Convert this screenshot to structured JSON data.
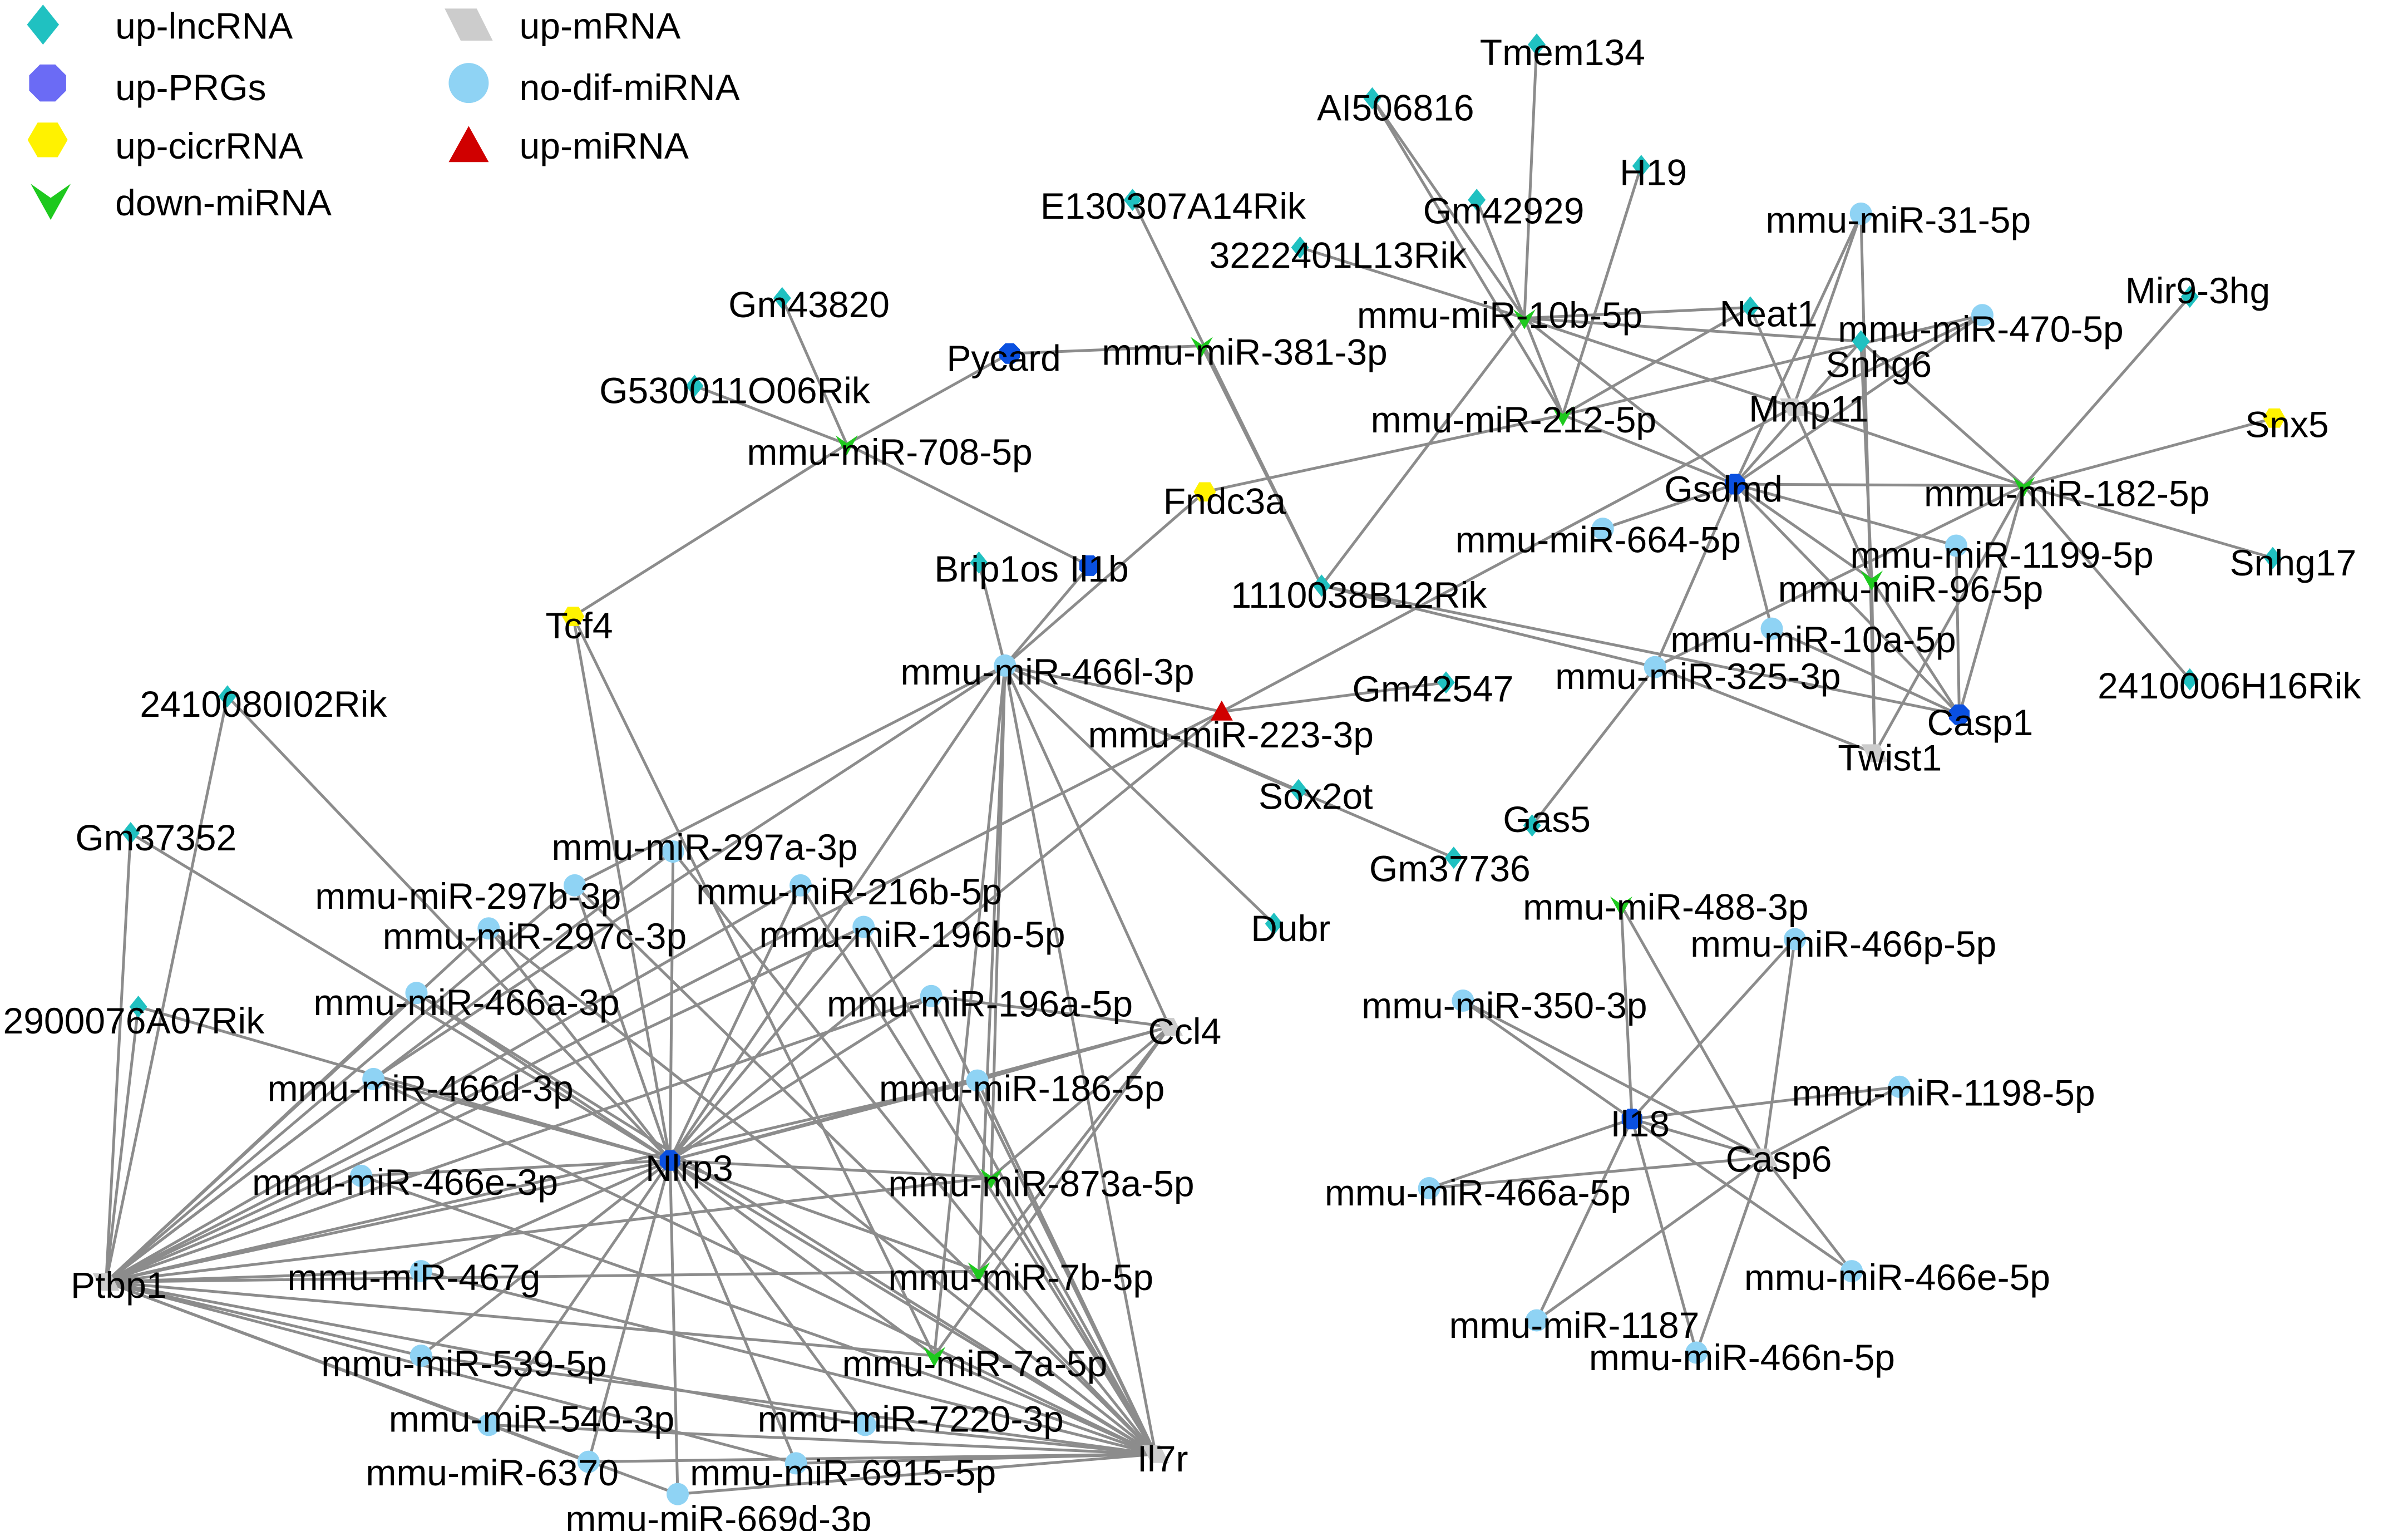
{
  "legend": [
    {
      "key": "lnc",
      "label": "up-lncRNA",
      "shape": "diamond",
      "color": "#20c1c1"
    },
    {
      "key": "prg",
      "label": "up-PRGs",
      "shape": "octagon",
      "color": "#6b6bf5"
    },
    {
      "key": "circ",
      "label": "up-cicrRNA",
      "shape": "hexagon",
      "color": "#fff200"
    },
    {
      "key": "down",
      "label": "down-miRNA",
      "shape": "chevron-down",
      "color": "#1ec91e"
    },
    {
      "key": "mrna",
      "label": "up-mRNA",
      "shape": "parallelogram",
      "color": "#cccccc"
    },
    {
      "key": "nodif",
      "label": "no-dif-miRNA",
      "shape": "circle",
      "color": "#8fd3f4"
    },
    {
      "key": "upmi",
      "label": "up-miRNA",
      "shape": "triangle",
      "color": "#d00000"
    }
  ],
  "colors": {
    "node_prg": "#0a50e0",
    "edge": "#8c8c8c"
  },
  "nodes": [
    {
      "id": "Tmem134",
      "type": "lnc"
    },
    {
      "id": "AI506816",
      "type": "lnc"
    },
    {
      "id": "H19",
      "type": "lnc"
    },
    {
      "id": "E130307A14Rik",
      "type": "lnc"
    },
    {
      "id": "Gm42929",
      "type": "lnc"
    },
    {
      "id": "3222401L13Rik",
      "type": "lnc"
    },
    {
      "id": "mmu-miR-31-5p",
      "type": "nodif"
    },
    {
      "id": "Mir9-3hg",
      "type": "lnc"
    },
    {
      "id": "mmu-miR-10b-5p",
      "type": "down"
    },
    {
      "id": "Neat1",
      "type": "lnc"
    },
    {
      "id": "mmu-miR-470-5p",
      "type": "nodif"
    },
    {
      "id": "Gm43820",
      "type": "lnc"
    },
    {
      "id": "Pycard",
      "type": "prg"
    },
    {
      "id": "mmu-miR-381-3p",
      "type": "down"
    },
    {
      "id": "Snhg6",
      "type": "lnc"
    },
    {
      "id": "G530011O06Rik",
      "type": "lnc"
    },
    {
      "id": "mmu-miR-212-5p",
      "type": "down"
    },
    {
      "id": "Mmp11",
      "type": "mrna"
    },
    {
      "id": "Snx5",
      "type": "circ"
    },
    {
      "id": "mmu-miR-708-5p",
      "type": "down"
    },
    {
      "id": "Fndc3a",
      "type": "circ"
    },
    {
      "id": "Gsdmd",
      "type": "prg"
    },
    {
      "id": "mmu-miR-182-5p",
      "type": "down"
    },
    {
      "id": "mmu-miR-664-5p",
      "type": "nodif"
    },
    {
      "id": "mmu-miR-1199-5p",
      "type": "nodif"
    },
    {
      "id": "Snhg17",
      "type": "lnc"
    },
    {
      "id": "Brip1os",
      "type": "lnc"
    },
    {
      "id": "Il1b",
      "type": "prg"
    },
    {
      "id": "mmu-miR-96-5p",
      "type": "down"
    },
    {
      "id": "1110038B12Rik",
      "type": "lnc"
    },
    {
      "id": "Tcf4",
      "type": "circ"
    },
    {
      "id": "mmu-miR-10a-5p",
      "type": "nodif"
    },
    {
      "id": "2410006H16Rik",
      "type": "lnc"
    },
    {
      "id": "mmu-miR-466l-3p",
      "type": "nodif"
    },
    {
      "id": "mmu-miR-325-3p",
      "type": "nodif"
    },
    {
      "id": "Gm42547",
      "type": "lnc"
    },
    {
      "id": "2410080I02Rik",
      "type": "lnc"
    },
    {
      "id": "mmu-miR-223-3p",
      "type": "upmi"
    },
    {
      "id": "Casp1",
      "type": "prg"
    },
    {
      "id": "Twist1",
      "type": "mrna"
    },
    {
      "id": "Sox2ot",
      "type": "lnc"
    },
    {
      "id": "Gas5",
      "type": "lnc"
    },
    {
      "id": "Gm37352",
      "type": "lnc"
    },
    {
      "id": "mmu-miR-297a-3p",
      "type": "nodif"
    },
    {
      "id": "Gm37736",
      "type": "lnc"
    },
    {
      "id": "mmu-miR-297b-3p",
      "type": "nodif"
    },
    {
      "id": "mmu-miR-216b-5p",
      "type": "nodif"
    },
    {
      "id": "mmu-miR-488-3p",
      "type": "down"
    },
    {
      "id": "mmu-miR-297c-3p",
      "type": "nodif"
    },
    {
      "id": "mmu-miR-196b-5p",
      "type": "nodif"
    },
    {
      "id": "Dubr",
      "type": "lnc"
    },
    {
      "id": "mmu-miR-466p-5p",
      "type": "nodif"
    },
    {
      "id": "mmu-miR-466a-3p",
      "type": "nodif"
    },
    {
      "id": "mmu-miR-196a-5p",
      "type": "nodif"
    },
    {
      "id": "mmu-miR-350-3p",
      "type": "nodif"
    },
    {
      "id": "2900076A07Rik",
      "type": "lnc"
    },
    {
      "id": "Ccl4",
      "type": "mrna"
    },
    {
      "id": "mmu-miR-466d-3p",
      "type": "nodif"
    },
    {
      "id": "mmu-miR-186-5p",
      "type": "nodif"
    },
    {
      "id": "mmu-miR-1198-5p",
      "type": "nodif"
    },
    {
      "id": "Il18",
      "type": "prg"
    },
    {
      "id": "Nlrp3",
      "type": "prg"
    },
    {
      "id": "Casp6",
      "type": "mrna"
    },
    {
      "id": "mmu-miR-466e-3p",
      "type": "nodif"
    },
    {
      "id": "mmu-miR-873a-5p",
      "type": "down"
    },
    {
      "id": "mmu-miR-466a-5p",
      "type": "nodif"
    },
    {
      "id": "Ptbp1",
      "type": "mrna"
    },
    {
      "id": "mmu-miR-467g",
      "type": "nodif"
    },
    {
      "id": "mmu-miR-7b-5p",
      "type": "down"
    },
    {
      "id": "mmu-miR-466e-5p",
      "type": "nodif"
    },
    {
      "id": "mmu-miR-1187",
      "type": "nodif"
    },
    {
      "id": "mmu-miR-539-5p",
      "type": "nodif"
    },
    {
      "id": "mmu-miR-7a-5p",
      "type": "down"
    },
    {
      "id": "mmu-miR-466n-5p",
      "type": "nodif"
    },
    {
      "id": "mmu-miR-540-3p",
      "type": "nodif"
    },
    {
      "id": "mmu-miR-7220-3p",
      "type": "nodif"
    },
    {
      "id": "mmu-miR-6370",
      "type": "nodif"
    },
    {
      "id": "mmu-miR-6915-5p",
      "type": "nodif"
    },
    {
      "id": "Il7r",
      "type": "mrna"
    },
    {
      "id": "mmu-miR-669d-3p",
      "type": "nodif"
    }
  ],
  "edges": [
    [
      "Tmem134",
      "mmu-miR-10b-5p"
    ],
    [
      "AI506816",
      "mmu-miR-10b-5p"
    ],
    [
      "H19",
      "mmu-miR-212-5p"
    ],
    [
      "Gm42929",
      "mmu-miR-10b-5p"
    ],
    [
      "3222401L13Rik",
      "mmu-miR-10b-5p"
    ],
    [
      "Neat1",
      "mmu-miR-10b-5p"
    ],
    [
      "Neat1",
      "mmu-miR-212-5p"
    ],
    [
      "Snhg6",
      "mmu-miR-10b-5p"
    ],
    [
      "mmu-miR-10b-5p",
      "Mmp11"
    ],
    [
      "mmu-miR-10b-5p",
      "Gsdmd"
    ],
    [
      "mmu-miR-10b-5p",
      "mmu-miR-212-5p"
    ],
    [
      "mmu-miR-10b-5p",
      "1110038B12Rik"
    ],
    [
      "AI506816",
      "mmu-miR-212-5p"
    ],
    [
      "mmu-miR-212-5p",
      "mmu-miR-470-5p"
    ],
    [
      "mmu-miR-212-5p",
      "Fndc3a"
    ],
    [
      "mmu-miR-212-5p",
      "Gsdmd"
    ],
    [
      "mmu-miR-31-5p",
      "Mmp11"
    ],
    [
      "mmu-miR-31-5p",
      "Gsdmd"
    ],
    [
      "mmu-miR-470-5p",
      "Gsdmd"
    ],
    [
      "mmu-miR-470-5p",
      "Mmp11"
    ],
    [
      "Mmp11",
      "mmu-miR-182-5p"
    ],
    [
      "Mmp11",
      "mmu-miR-96-5p"
    ],
    [
      "Mmp11",
      "mmu-miR-223-3p"
    ],
    [
      "Mmp11",
      "Neat1"
    ],
    [
      "Mir9-3hg",
      "mmu-miR-182-5p"
    ],
    [
      "Snx5",
      "mmu-miR-182-5p"
    ],
    [
      "Snhg17",
      "mmu-miR-182-5p"
    ],
    [
      "2410006H16Rik",
      "mmu-miR-182-5p"
    ],
    [
      "Snhg6",
      "mmu-miR-182-5p"
    ],
    [
      "mmu-miR-182-5p",
      "Gsdmd"
    ],
    [
      "mmu-miR-182-5p",
      "Casp1"
    ],
    [
      "mmu-miR-182-5p",
      "Twist1"
    ],
    [
      "mmu-miR-182-5p",
      "mmu-miR-325-3p"
    ],
    [
      "Gsdmd",
      "mmu-miR-664-5p"
    ],
    [
      "Gsdmd",
      "mmu-miR-1199-5p"
    ],
    [
      "Gsdmd",
      "mmu-miR-96-5p"
    ],
    [
      "Gsdmd",
      "mmu-miR-10a-5p"
    ],
    [
      "Gsdmd",
      "mmu-miR-325-3p"
    ],
    [
      "Gsdmd",
      "Casp1"
    ],
    [
      "Snhg6",
      "Gsdmd"
    ],
    [
      "Snhg6",
      "mmu-miR-96-5p"
    ],
    [
      "mmu-miR-1199-5p",
      "Casp1"
    ],
    [
      "mmu-miR-96-5p",
      "Twist1"
    ],
    [
      "mmu-miR-96-5p",
      "Casp1"
    ],
    [
      "mmu-miR-10a-5p",
      "Casp1"
    ],
    [
      "mmu-miR-325-3p",
      "Twist1"
    ],
    [
      "mmu-miR-325-3p",
      "Gas5"
    ],
    [
      "1110038B12Rik",
      "Casp1"
    ],
    [
      "mmu-miR-31-5p",
      "Twist1"
    ],
    [
      "E130307A14Rik",
      "1110038B12Rik"
    ],
    [
      "mmu-miR-381-3p",
      "Pycard"
    ],
    [
      "mmu-miR-381-3p",
      "1110038B12Rik"
    ],
    [
      "Gm43820",
      "mmu-miR-708-5p"
    ],
    [
      "G530011O06Rik",
      "mmu-miR-708-5p"
    ],
    [
      "Pycard",
      "mmu-miR-708-5p"
    ],
    [
      "mmu-miR-708-5p",
      "Tcf4"
    ],
    [
      "mmu-miR-708-5p",
      "Il1b"
    ],
    [
      "Brip1os",
      "mmu-miR-466l-3p"
    ],
    [
      "Fndc3a",
      "mmu-miR-466l-3p"
    ],
    [
      "Il1b",
      "mmu-miR-466l-3p"
    ],
    [
      "mmu-miR-466l-3p",
      "mmu-miR-223-3p"
    ],
    [
      "mmu-miR-466l-3p",
      "Sox2ot"
    ],
    [
      "mmu-miR-466l-3p",
      "Dubr"
    ],
    [
      "mmu-miR-466l-3p",
      "Ccl4"
    ],
    [
      "mmu-miR-466l-3p",
      "Il7r"
    ],
    [
      "mmu-miR-466l-3p",
      "Nlrp3"
    ],
    [
      "mmu-miR-466l-3p",
      "mmu-miR-7b-5p"
    ],
    [
      "mmu-miR-466l-3p",
      "mmu-miR-7a-5p"
    ],
    [
      "mmu-miR-466l-3p",
      "mmu-miR-873a-5p"
    ],
    [
      "mmu-miR-466l-3p",
      "mmu-miR-297b-3p"
    ],
    [
      "mmu-miR-466l-3p",
      "mmu-miR-466d-3p"
    ],
    [
      "mmu-miR-223-3p",
      "Gm42547"
    ],
    [
      "mmu-miR-223-3p",
      "Nlrp3"
    ],
    [
      "mmu-miR-223-3p",
      "Ptbp1"
    ],
    [
      "mmu-miR-466l-3p",
      "Gm37736"
    ],
    [
      "1110038B12Rik",
      "mmu-miR-325-3p"
    ],
    [
      "Tcf4",
      "Nlrp3"
    ],
    [
      "Tcf4",
      "mmu-miR-7a-5p"
    ],
    [
      "2410080I02Rik",
      "Nlrp3"
    ],
    [
      "2410080I02Rik",
      "Ptbp1"
    ],
    [
      "Gm37352",
      "Nlrp3"
    ],
    [
      "Gm37352",
      "Ptbp1"
    ],
    [
      "2900076A07Rik",
      "Nlrp3"
    ],
    [
      "2900076A07Rik",
      "Ptbp1"
    ],
    [
      "mmu-miR-297a-3p",
      "Nlrp3"
    ],
    [
      "mmu-miR-297a-3p",
      "Ptbp1"
    ],
    [
      "mmu-miR-297a-3p",
      "Il7r"
    ],
    [
      "mmu-miR-297b-3p",
      "Nlrp3"
    ],
    [
      "mmu-miR-297b-3p",
      "Ptbp1"
    ],
    [
      "mmu-miR-297b-3p",
      "Il7r"
    ],
    [
      "mmu-miR-216b-5p",
      "Nlrp3"
    ],
    [
      "mmu-miR-216b-5p",
      "Ptbp1"
    ],
    [
      "mmu-miR-216b-5p",
      "Il7r"
    ],
    [
      "mmu-miR-297c-3p",
      "Nlrp3"
    ],
    [
      "mmu-miR-297c-3p",
      "Ptbp1"
    ],
    [
      "mmu-miR-297c-3p",
      "Il7r"
    ],
    [
      "mmu-miR-196b-5p",
      "Nlrp3"
    ],
    [
      "mmu-miR-196b-5p",
      "Ptbp1"
    ],
    [
      "mmu-miR-196b-5p",
      "Il7r"
    ],
    [
      "mmu-miR-466a-3p",
      "Nlrp3"
    ],
    [
      "mmu-miR-466a-3p",
      "Ptbp1"
    ],
    [
      "mmu-miR-466a-3p",
      "Il7r"
    ],
    [
      "mmu-miR-196a-5p",
      "Nlrp3"
    ],
    [
      "mmu-miR-196a-5p",
      "Ptbp1"
    ],
    [
      "mmu-miR-196a-5p",
      "Il7r"
    ],
    [
      "mmu-miR-466d-3p",
      "Nlrp3"
    ],
    [
      "mmu-miR-466d-3p",
      "Ptbp1"
    ],
    [
      "mmu-miR-466d-3p",
      "Il7r"
    ],
    [
      "mmu-miR-186-5p",
      "Nlrp3"
    ],
    [
      "mmu-miR-186-5p",
      "Ptbp1"
    ],
    [
      "mmu-miR-186-5p",
      "Il7r"
    ],
    [
      "mmu-miR-466e-3p",
      "Nlrp3"
    ],
    [
      "mmu-miR-466e-3p",
      "Ptbp1"
    ],
    [
      "mmu-miR-466e-3p",
      "Il7r"
    ],
    [
      "mmu-miR-873a-5p",
      "Nlrp3"
    ],
    [
      "mmu-miR-873a-5p",
      "Ptbp1"
    ],
    [
      "mmu-miR-873a-5p",
      "Il7r"
    ],
    [
      "mmu-miR-873a-5p",
      "Ccl4"
    ],
    [
      "mmu-miR-467g",
      "Nlrp3"
    ],
    [
      "mmu-miR-467g",
      "Ptbp1"
    ],
    [
      "mmu-miR-467g",
      "Il7r"
    ],
    [
      "mmu-miR-7b-5p",
      "Nlrp3"
    ],
    [
      "mmu-miR-7b-5p",
      "Ptbp1"
    ],
    [
      "mmu-miR-7b-5p",
      "Il7r"
    ],
    [
      "mmu-miR-7b-5p",
      "Ccl4"
    ],
    [
      "mmu-miR-539-5p",
      "Nlrp3"
    ],
    [
      "mmu-miR-539-5p",
      "Ptbp1"
    ],
    [
      "mmu-miR-539-5p",
      "Il7r"
    ],
    [
      "mmu-miR-7a-5p",
      "Nlrp3"
    ],
    [
      "mmu-miR-7a-5p",
      "Ptbp1"
    ],
    [
      "mmu-miR-7a-5p",
      "Il7r"
    ],
    [
      "mmu-miR-7a-5p",
      "Ccl4"
    ],
    [
      "mmu-miR-540-3p",
      "Nlrp3"
    ],
    [
      "mmu-miR-540-3p",
      "Ptbp1"
    ],
    [
      "mmu-miR-540-3p",
      "Il7r"
    ],
    [
      "mmu-miR-7220-3p",
      "Nlrp3"
    ],
    [
      "mmu-miR-7220-3p",
      "Ptbp1"
    ],
    [
      "mmu-miR-7220-3p",
      "Il7r"
    ],
    [
      "mmu-miR-6370",
      "Nlrp3"
    ],
    [
      "mmu-miR-6370",
      "Ptbp1"
    ],
    [
      "mmu-miR-6370",
      "Il7r"
    ],
    [
      "mmu-miR-6915-5p",
      "Nlrp3"
    ],
    [
      "mmu-miR-6915-5p",
      "Ptbp1"
    ],
    [
      "mmu-miR-6915-5p",
      "Il7r"
    ],
    [
      "mmu-miR-669d-3p",
      "Nlrp3"
    ],
    [
      "mmu-miR-669d-3p",
      "Ptbp1"
    ],
    [
      "mmu-miR-669d-3p",
      "Il7r"
    ],
    [
      "Nlrp3",
      "Ptbp1"
    ],
    [
      "Nlrp3",
      "Il7r"
    ],
    [
      "Nlrp3",
      "Ccl4"
    ],
    [
      "mmu-miR-186-5p",
      "Ccl4"
    ],
    [
      "mmu-miR-196a-5p",
      "Ccl4"
    ],
    [
      "Ptbp1",
      "mmu-miR-466d-3p"
    ],
    [
      "mmu-miR-488-3p",
      "Il18"
    ],
    [
      "mmu-miR-488-3p",
      "Casp6"
    ],
    [
      "mmu-miR-466p-5p",
      "Il18"
    ],
    [
      "mmu-miR-466p-5p",
      "Casp6"
    ],
    [
      "mmu-miR-350-3p",
      "Il18"
    ],
    [
      "mmu-miR-350-3p",
      "Casp6"
    ],
    [
      "mmu-miR-1198-5p",
      "Il18"
    ],
    [
      "mmu-miR-1198-5p",
      "Casp6"
    ],
    [
      "mmu-miR-466a-5p",
      "Il18"
    ],
    [
      "mmu-miR-466a-5p",
      "Casp6"
    ],
    [
      "mmu-miR-466e-5p",
      "Il18"
    ],
    [
      "mmu-miR-466e-5p",
      "Casp6"
    ],
    [
      "mmu-miR-1187",
      "Il18"
    ],
    [
      "mmu-miR-1187",
      "Casp6"
    ],
    [
      "mmu-miR-466n-5p",
      "Il18"
    ],
    [
      "mmu-miR-466n-5p",
      "Casp6"
    ],
    [
      "Il18",
      "Casp6"
    ]
  ]
}
